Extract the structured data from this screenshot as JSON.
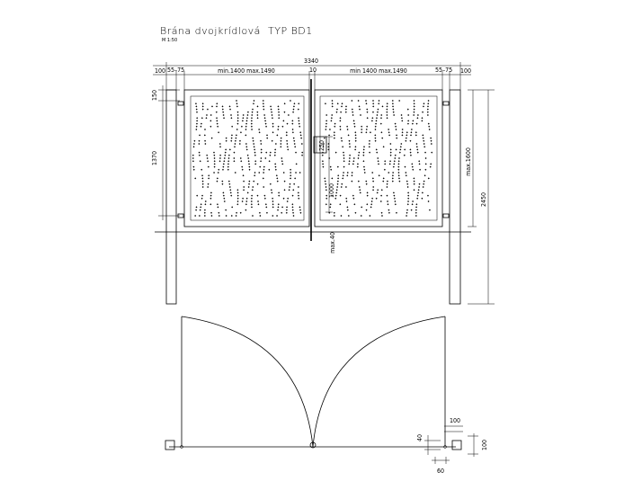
{
  "title": "Brána dvojkrídlová",
  "type_label": "TYP BD1",
  "subtitle": "M 1:50",
  "dims": {
    "total_width": "3340",
    "left_margin": "100",
    "right_margin": "100",
    "left_gap": "55–75",
    "right_gap": "55–75",
    "left_leaf": "min.1400 max.1490",
    "right_leaf": "min 1400 max.1490",
    "center_gap": "10",
    "top_offset": "150",
    "leaf_height": "1370",
    "max_height": "max.1600",
    "total_height": "2450",
    "handle_height": "250",
    "lock_height": "1000",
    "max_ground": "max.40",
    "detail_100_a": "100",
    "detail_40": "40",
    "detail_100_b": "100",
    "detail_60": "60"
  }
}
